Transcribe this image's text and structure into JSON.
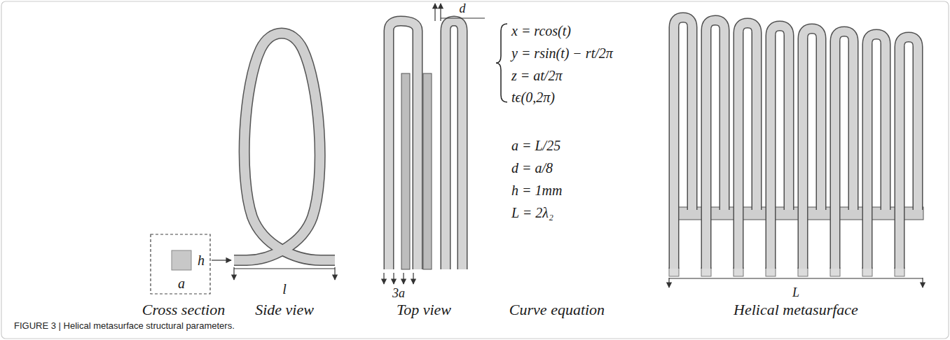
{
  "diagram": {
    "caption": "FIGURE 3 | Helical metasurface structural parameters.",
    "labels": [
      "h",
      "a",
      "l",
      "d",
      "3a",
      "x = rcos(t)",
      "y = rsin(t) − rt/2π",
      "z = at/2π",
      "tϵ(0,2π)",
      "a = L/25",
      "d = a/8",
      "h = 1mm",
      "L = 2λ₂",
      "L",
      "Cross section",
      "Side view",
      "Top view",
      "Curve equation",
      "Helical metasurface"
    ]
  }
}
